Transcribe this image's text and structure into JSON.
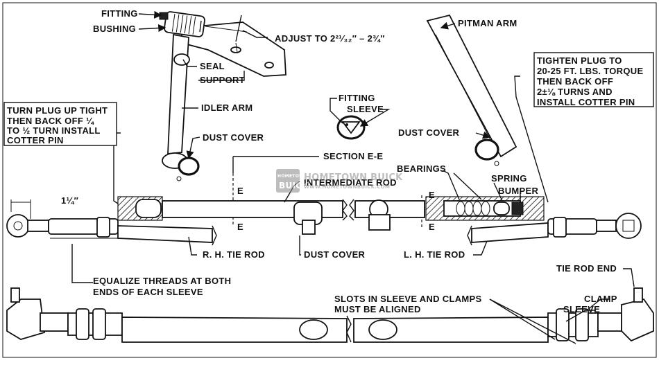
{
  "labels": {
    "fitting_top": "FITTING",
    "bushing": "BUSHING",
    "adjust": "ADJUST TO 2²¹⁄₃₂″ – 2¾″",
    "seal": "SEAL",
    "support": "SUPPORT",
    "idler_arm": "IDLER ARM",
    "dust_cover_left": "DUST COVER",
    "pitman_arm": "PITMAN ARM",
    "fitting_mid": "FITTING",
    "sleeve_mid": "SLEEVE",
    "dust_cover_right": "DUST COVER",
    "section": "SECTION E-E",
    "intermediate_rod": "INTERMEDIATE ROD",
    "bearings": "BEARINGS",
    "spring": "SPRING",
    "bumper": "BUMPER",
    "e1": "E",
    "e2": "E",
    "e3": "E",
    "e4": "E",
    "one_quarter": "1¼″",
    "rh_tie_rod": "R. H. TIE ROD",
    "dust_cover_bottom": "DUST COVER",
    "lh_tie_rod": "L. H. TIE ROD",
    "equalize_1": "EQUALIZE THREADS AT BOTH",
    "equalize_2": "ENDS OF EACH SLEEVE",
    "tie_rod_end": "TIE ROD END",
    "slots_1": "SLOTS IN SLEEVE AND CLAMPS",
    "slots_2": "MUST BE ALIGNED",
    "clamp": "CLAMP",
    "sleeve_bottom": "SLEEVE"
  },
  "left_note": {
    "line1": "TURN PLUG UP TIGHT",
    "line2": "THEN BACK OFF ¼",
    "line3": "TO ½ TURN INSTALL",
    "line4": "COTTER PIN"
  },
  "right_note": {
    "line1": "TIGHTEN PLUG TO",
    "line2": "20-25 FT. LBS. TORQUE",
    "line3": "THEN BACK OFF",
    "line4": "2±⅛ TURNS AND",
    "line5": "INSTALL COTTER PIN"
  },
  "watermark": {
    "badge_top": "HOMETOWN",
    "badge_bottom": "BUICK",
    "name": "HOMETOWN BUICK",
    "url": "WWW.HOMETOWNBUICK.COM"
  }
}
